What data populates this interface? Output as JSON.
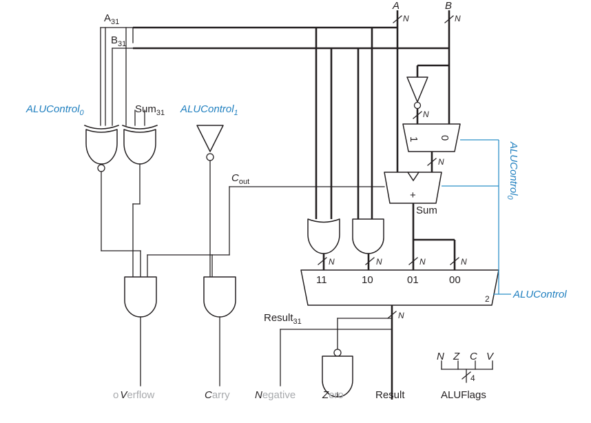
{
  "diagram": {
    "colors": {
      "wire": "#231f20",
      "control": "#1f7fbf",
      "control_wire": "#2b8fc8",
      "faded_text": "#a7a9ac"
    },
    "inputs": {
      "a": "A",
      "b": "B",
      "bus_width": "N",
      "a31": {
        "base": "A",
        "sub": "31"
      },
      "b31": {
        "base": "B",
        "sub": "31"
      }
    },
    "control": {
      "alucontrol0_left": {
        "base": "ALUControl",
        "sub": "0"
      },
      "alucontrol1": {
        "base": "ALUControl",
        "sub": "1"
      },
      "alucontrol0_right": {
        "base": "ALUControl",
        "sub": "0"
      },
      "alucontrol": "ALUControl",
      "alucontrol_width": "2"
    },
    "signals": {
      "sum31": {
        "base": "Sum",
        "sub": "31"
      },
      "cout": {
        "base": "C",
        "sub": "out"
      },
      "sum": "Sum",
      "result31": {
        "base": "Result",
        "sub": "31"
      },
      "plus": "+"
    },
    "mux2": {
      "input_1": "1",
      "input_0": "0",
      "width": "N"
    },
    "mux4": {
      "inputs": [
        "11",
        "10",
        "01",
        "00"
      ],
      "width": "N",
      "output_width": "N"
    },
    "outputs": {
      "overflow": {
        "lead": "o",
        "cap": "V",
        "rest": "erflow"
      },
      "carry": {
        "cap": "C",
        "rest": "arry"
      },
      "negative": {
        "cap": "N",
        "rest": "egative"
      },
      "zero": {
        "cap": "Z",
        "rest": "ero"
      },
      "result": "Result"
    },
    "alu_flags": {
      "bits": [
        "N",
        "Z",
        "C",
        "V"
      ],
      "width": "4",
      "label": "ALUFlags"
    }
  }
}
